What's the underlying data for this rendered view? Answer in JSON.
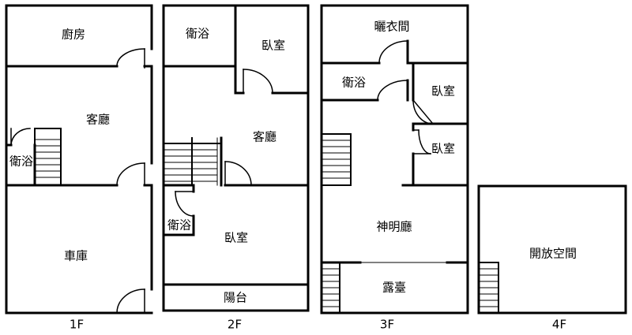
{
  "floors": [
    {
      "label": "1F",
      "rooms": [
        "廚房",
        "客廳",
        "衛浴",
        "車庫"
      ]
    },
    {
      "label": "2F",
      "rooms": [
        "衛浴",
        "臥室",
        "客廳",
        "衛浴",
        "臥室",
        "陽台"
      ]
    },
    {
      "label": "3F",
      "rooms": [
        "曬衣間",
        "衛浴",
        "臥室",
        "臥室",
        "神明廳",
        "露臺"
      ]
    },
    {
      "label": "4F",
      "rooms": [
        "開放空間"
      ]
    }
  ]
}
